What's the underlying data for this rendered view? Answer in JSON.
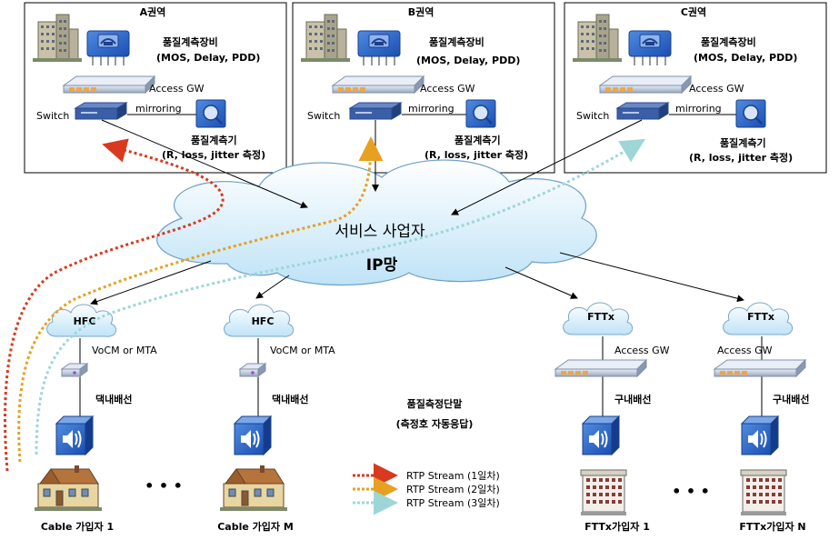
{
  "regions": [
    {
      "title": "A권역",
      "equipment": "품질계측장비",
      "equipment_sub": "(MOS, Delay, PDD)",
      "gw": "Access GW",
      "switch": "Switch",
      "mirroring": "mirroring",
      "meter": "품질계측기",
      "meter_sub": "(R, loss, jitter 측정)"
    },
    {
      "title": "B권역",
      "equipment": "품질계측장비",
      "equipment_sub": "(MOS, Delay, PDD)",
      "gw": "Access GW",
      "switch": "Switch",
      "mirroring": "mirroring",
      "meter": "품질계측기",
      "meter_sub": "(R, loss, jitter 측정)"
    },
    {
      "title": "C권역",
      "equipment": "품질계측장비",
      "equipment_sub": "(MOS, Delay, PDD)",
      "gw": "Access GW",
      "switch": "Switch",
      "mirroring": "mirroring",
      "meter": "품질계측기",
      "meter_sub": "(R, loss, jitter 측정)"
    }
  ],
  "core": {
    "line1": "서비스 사업자",
    "line2": "IP망"
  },
  "access": [
    {
      "cloud": "HFC",
      "device": "VoCM or MTA",
      "wiring": "댁내배선",
      "subscriber": "Cable 가입자 1"
    },
    {
      "cloud": "HFC",
      "device": "VoCM or MTA",
      "wiring": "댁내배선",
      "subscriber": "Cable 가입자 M"
    },
    {
      "cloud": "FTTx",
      "device": "Access GW",
      "wiring": "구내배선",
      "subscriber": "FTTx가입자 1"
    },
    {
      "cloud": "FTTx",
      "device": "Access GW",
      "wiring": "구내배선",
      "subscriber": "FTTx가입자 N"
    }
  ],
  "terminal": {
    "line1": "품질측정단말",
    "line2": "(측정호 자동응답)"
  },
  "ellipsis": "• • •",
  "legend": [
    {
      "label": "RTP Stream (1일차)",
      "color": "#d9391e"
    },
    {
      "label": "RTP Stream (2일차)",
      "color": "#e8a020"
    },
    {
      "label": "RTP Stream (3일차)",
      "color": "#9ed6d8"
    }
  ],
  "icons": [
    "building-icon",
    "equipment-icon",
    "access-gw-icon",
    "switch-icon",
    "meter-icon",
    "cloud-icon",
    "modem-icon",
    "speaker-box-icon",
    "house-icon",
    "apartment-icon"
  ]
}
